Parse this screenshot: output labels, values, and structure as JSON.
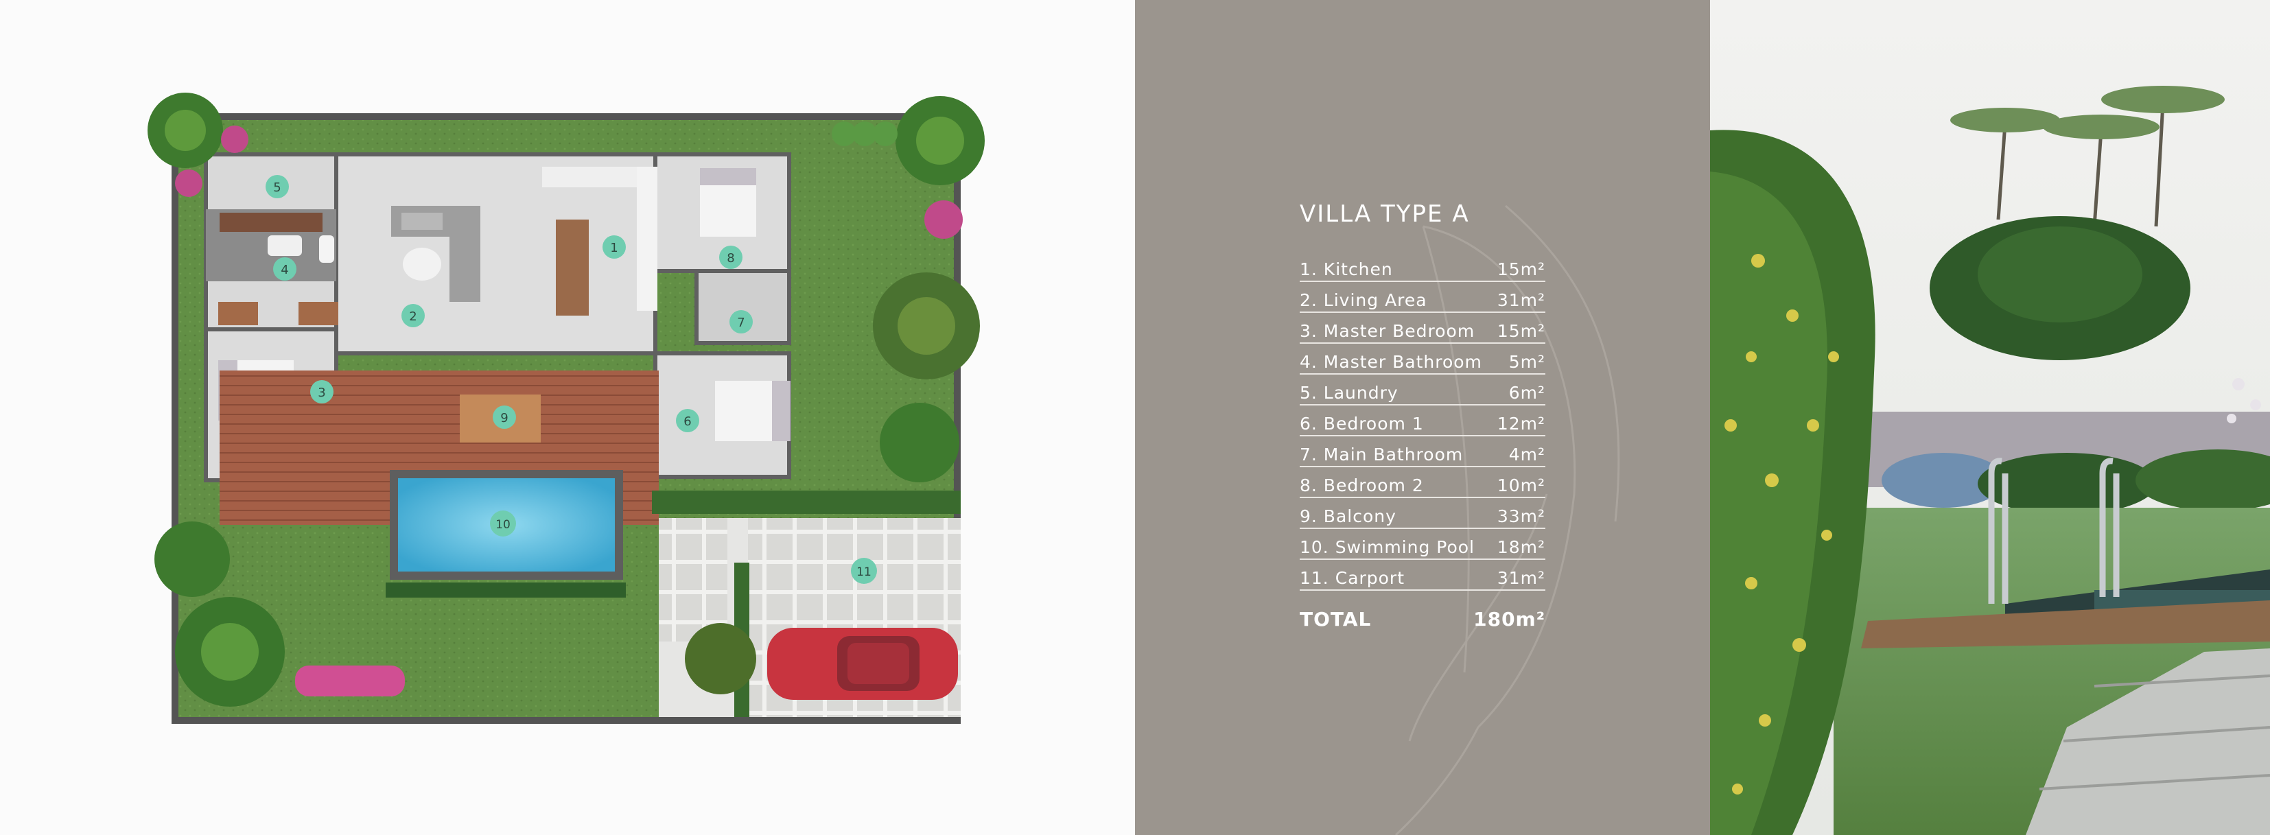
{
  "villa": {
    "title": "VILLA TYPE A",
    "rooms": [
      {
        "name": "1. Kitchen",
        "area": "15m²"
      },
      {
        "name": "2. Living Area",
        "area": "31m²"
      },
      {
        "name": "3. Master Bedroom",
        "area": "15m²"
      },
      {
        "name": "4. Master Bathroom",
        "area": "5m²"
      },
      {
        "name": "5. Laundry",
        "area": "6m²"
      },
      {
        "name": "6. Bedroom 1",
        "area": "12m²"
      },
      {
        "name": "7. Main Bathroom",
        "area": "4m²"
      },
      {
        "name": "8. Bedroom 2",
        "area": "10m²"
      },
      {
        "name": "9. Balcony",
        "area": "33m²"
      },
      {
        "name": "10. Swimming Pool",
        "area": "18m²"
      },
      {
        "name": "11. Carport",
        "area": "31m²"
      }
    ],
    "total_label": "TOTAL",
    "total_area": "180m²"
  },
  "plan_markers": [
    "1",
    "2",
    "3",
    "4",
    "5",
    "6",
    "7",
    "8",
    "9",
    "10",
    "11"
  ],
  "colors": {
    "info_panel": "#9b958e",
    "marker": "#6fcdb0",
    "lawn": "#5f8f43",
    "deck": "#a0604a",
    "pool": "#4fb3d6",
    "car": "#c8343f"
  }
}
